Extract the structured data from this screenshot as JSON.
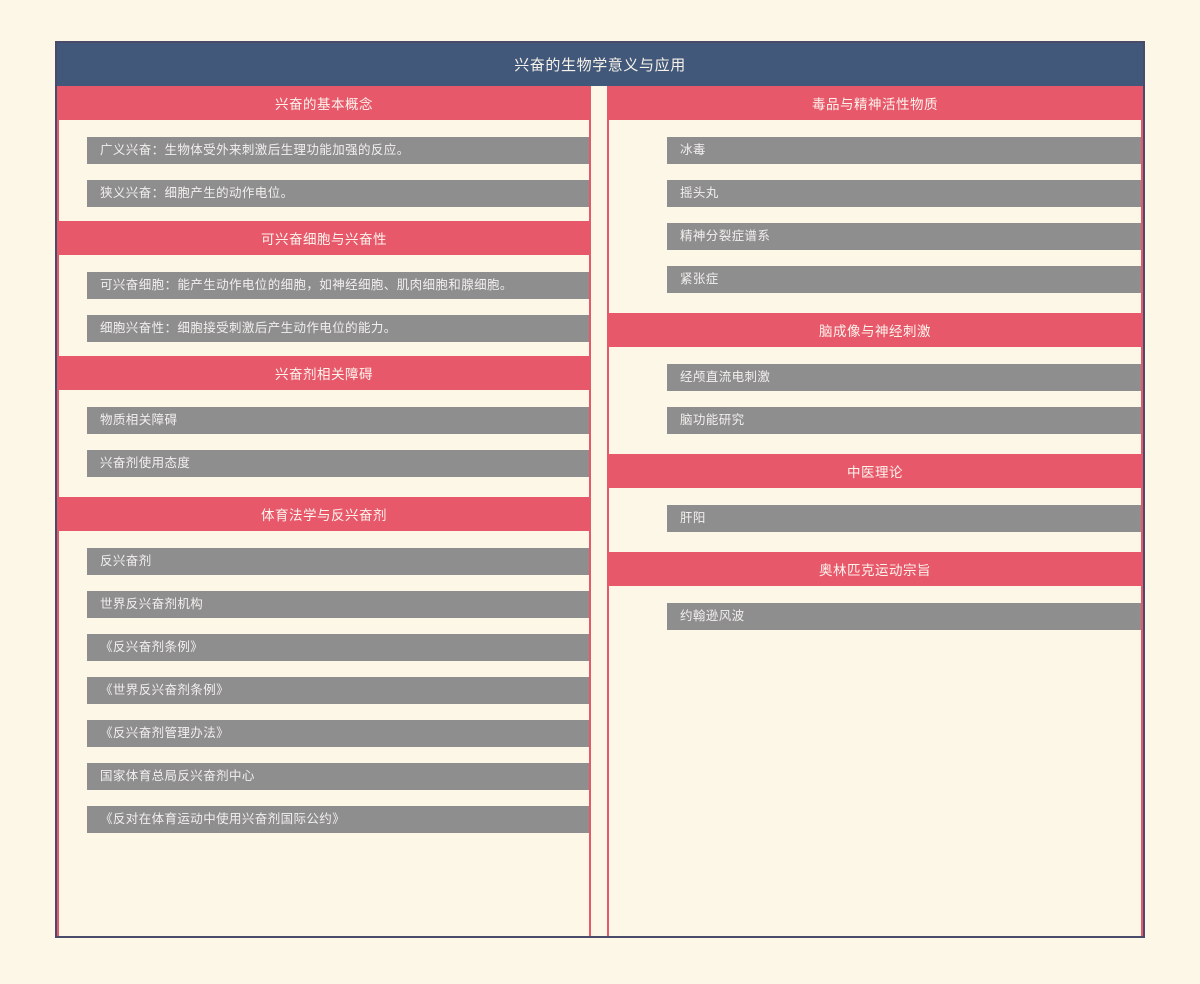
{
  "root": {
    "title": "兴奋的生物学意义与应用"
  },
  "theme": {
    "page_background": "#fdf7e8",
    "root_bar": "#42587a",
    "section_bar": "#e8586b",
    "tag_background": "#8e8e8e",
    "tag_text": "#f2f0ee",
    "frame_border": "#4a4a6a"
  },
  "columns": {
    "left": {
      "sections": [
        {
          "title": "兴奋的基本概念",
          "items": [
            "广义兴奋：生物体受外来刺激后生理功能加强的反应。",
            "狭义兴奋：细胞产生的动作电位。"
          ]
        },
        {
          "title": "可兴奋细胞与兴奋性",
          "items": [
            "可兴奋细胞：能产生动作电位的细胞，如神经细胞、肌肉细胞和腺细胞。",
            "细胞兴奋性：细胞接受刺激后产生动作电位的能力。"
          ]
        },
        {
          "title": "兴奋剂相关障碍",
          "items": [
            "物质相关障碍",
            "兴奋剂使用态度"
          ]
        },
        {
          "title": "体育法学与反兴奋剂",
          "items": [
            "反兴奋剂",
            "世界反兴奋剂机构",
            "《反兴奋剂条例》",
            "《世界反兴奋剂条例》",
            "《反兴奋剂管理办法》",
            "国家体育总局反兴奋剂中心",
            "《反对在体育运动中使用兴奋剂国际公约》"
          ]
        }
      ]
    },
    "right": {
      "sections": [
        {
          "title": "毒品与精神活性物质",
          "items": [
            "冰毒",
            "摇头丸",
            "精神分裂症谱系",
            "紧张症"
          ]
        },
        {
          "title": "脑成像与神经刺激",
          "items": [
            "经颅直流电刺激",
            "脑功能研究"
          ]
        },
        {
          "title": "中医理论",
          "items": [
            "肝阳"
          ]
        },
        {
          "title": "奥林匹克运动宗旨",
          "items": [
            "约翰逊风波"
          ]
        }
      ]
    }
  }
}
